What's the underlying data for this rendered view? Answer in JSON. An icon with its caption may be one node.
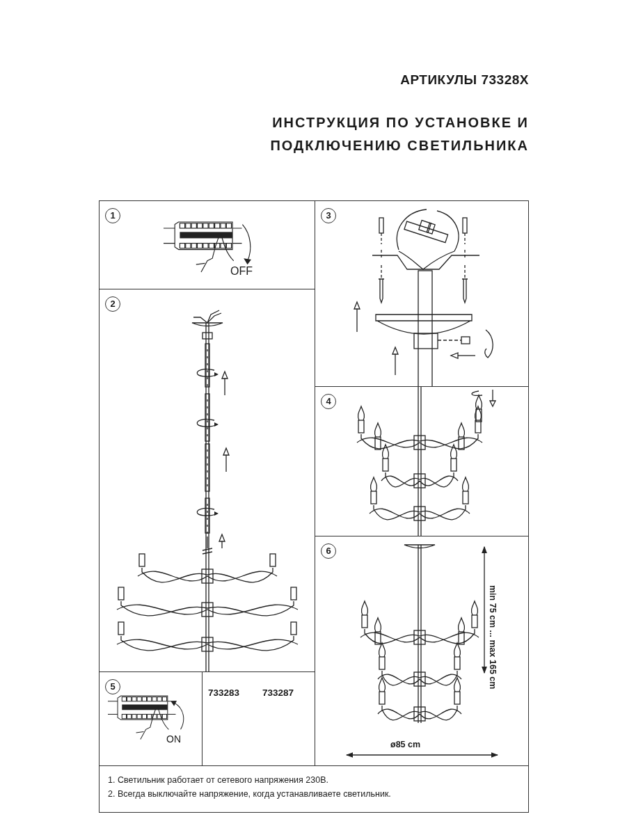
{
  "diagram": {
    "title": "ИНСТРУКЦИЯ ПО УСТАНОВКЕ И ПОДКЛЮЧЕНИЮ СВЕТИЛЬНИКА",
    "nodes": [
      {
        "text": [
          "1",
          "OFF"
        ]
      },
      {
        "text": [
          "2"
        ]
      },
      {
        "text": [
          "3"
        ]
      },
      {
        "text": [
          "4"
        ]
      },
      {
        "text": [
          "5",
          "ON"
        ]
      },
      {
        "text": [
          "733283",
          "733287"
        ]
      },
      {
        "text": [
          "6",
          "min 75 cm ... max 165 cm",
          "ø85 cm"
        ]
      },
      {
        "text": [
          "1. Светильник работает от сетевого напряжения 230В.",
          "2. Всегда выключайте напряжение, когда устанавливаете светильник."
        ]
      }
    ],
    "labels": [
      "АРТИКУЛЫ 73328X"
    ]
  }
}
